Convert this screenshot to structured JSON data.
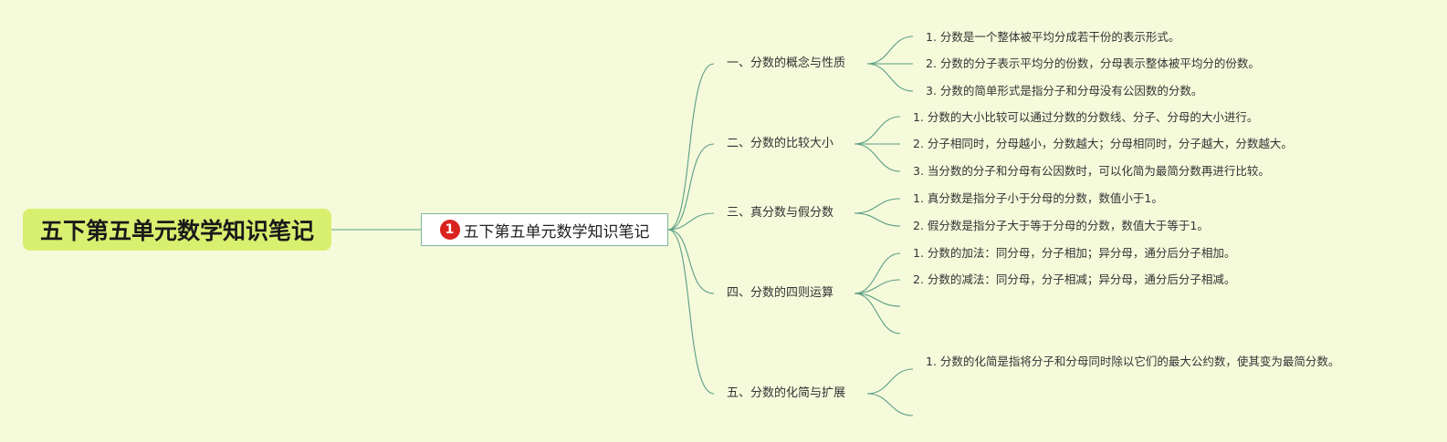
{
  "root": {
    "title": "五下第五单元数学知识笔记"
  },
  "center": {
    "badge": "1",
    "title": "五下第五单元数学知识笔记"
  },
  "branches": [
    {
      "label": "一、分数的概念与性质",
      "items": [
        "1. 分数是一个整体被平均分成若干份的表示形式。",
        "2. 分数的分子表示平均分的份数，分母表示整体被平均分的份数。",
        "3. 分数的简单形式是指分子和分母没有公因数的分数。"
      ]
    },
    {
      "label": "二、分数的比较大小",
      "items": [
        "1. 分数的大小比较可以通过分数的分数线、分子、分母的大小进行。",
        "2. 分子相同时，分母越小，分数越大；分母相同时，分子越大，分数越大。",
        "3. 当分数的分子和分母有公因数时，可以化简为最简分数再进行比较。"
      ]
    },
    {
      "label": "三、真分数与假分数",
      "items": [
        "1. 真分数是指分子小于分母的分数，数值小于1。",
        "2. 假分数是指分子大于等于分母的分数，数值大于等于1。"
      ]
    },
    {
      "label": "四、分数的四则运算",
      "items": [
        "1. 分数的加法：同分母，分子相加；异分母，通分后分子相加。",
        "2. 分数的减法：同分母，分子相减；异分母，通分后分子相减。",
        "",
        ""
      ]
    },
    {
      "label": "五、分数的化简与扩展",
      "items": [
        "1. 分数的化简是指将分子和分母同时除以它们的最大公约数，使其变为最简分数。",
        ""
      ]
    }
  ]
}
